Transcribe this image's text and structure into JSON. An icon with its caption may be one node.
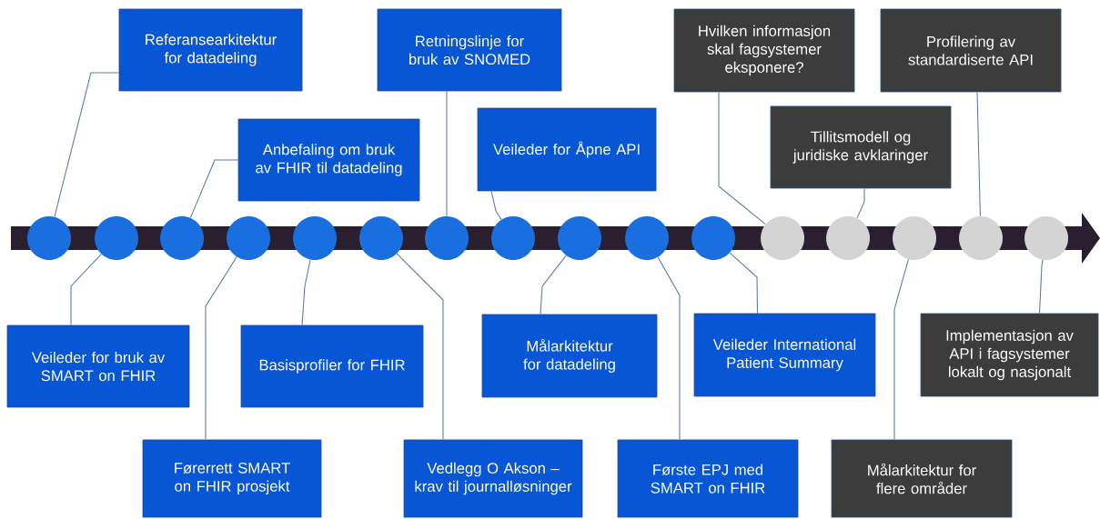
{
  "diagram": {
    "nodes": [
      {
        "text": [
          "Referansearkitektur for datadeling"
        ]
      },
      {
        "text": [
          "Retningslinje for bruk av SNOMED"
        ]
      },
      {
        "text": [
          "Hvilken informasjon skal fagsystemer eksponere?"
        ]
      },
      {
        "text": [
          "Profilering av standardiserte API"
        ]
      },
      {
        "text": [
          "Anbefaling om bruk av FHIR til datadeling"
        ]
      },
      {
        "text": [
          "Veileder for Åpne API"
        ]
      },
      {
        "text": [
          "Tillitsmodell og juridiske avklaringer"
        ]
      },
      {
        "text": [],
        "shape": "circle"
      },
      {
        "text": [],
        "shape": "circle"
      },
      {
        "text": [],
        "shape": "circle"
      },
      {
        "text": [],
        "shape": "circle"
      },
      {
        "text": [],
        "shape": "circle"
      },
      {
        "text": [],
        "shape": "circle"
      },
      {
        "text": [],
        "shape": "circle"
      },
      {
        "text": [],
        "shape": "circle"
      },
      {
        "text": [],
        "shape": "circle"
      },
      {
        "text": [],
        "shape": "circle"
      },
      {
        "text": [],
        "shape": "circle"
      },
      {
        "text": [],
        "shape": "circle"
      },
      {
        "text": [],
        "shape": "circle"
      },
      {
        "text": [],
        "shape": "circle"
      },
      {
        "text": [],
        "shape": "circle"
      },
      {
        "text": [],
        "shape": "circle"
      },
      {
        "text": [
          "Veileder for bruk av SMART on FHIR"
        ]
      },
      {
        "text": [
          "Basisprofiler for FHIR"
        ]
      },
      {
        "text": [
          "Målarkitektur for datadeling"
        ]
      },
      {
        "text": [
          "Veileder International Patient Summary"
        ]
      },
      {
        "text": [
          "Implementasjon av API i fagsystemer lokalt og nasjonalt"
        ]
      },
      {
        "text": [
          "Førerrett SMART on FHIR prosjekt"
        ]
      },
      {
        "text": [
          "Vedlegg O Akson – krav til journalløsninger"
        ]
      },
      {
        "text": [
          "Første EPJ med SMART on FHIR"
        ]
      },
      {
        "text": [
          "Målarkitektur for flere områder"
        ]
      }
    ],
    "edges": [
      {
        "from": 0,
        "to": 7,
        "arrow": "none"
      },
      {
        "from": 23,
        "to": 8,
        "arrow": "none"
      },
      {
        "from": 4,
        "to": 9,
        "arrow": "none"
      },
      {
        "from": 28,
        "to": 10,
        "arrow": "none"
      },
      {
        "from": 24,
        "to": 11,
        "arrow": "none"
      },
      {
        "from": 29,
        "to": 12,
        "arrow": "none"
      },
      {
        "from": 1,
        "to": 13,
        "arrow": "none"
      },
      {
        "from": 5,
        "to": 14,
        "arrow": "none"
      },
      {
        "from": 25,
        "to": 15,
        "arrow": "none"
      },
      {
        "from": 30,
        "to": 16,
        "arrow": "none"
      },
      {
        "from": 26,
        "to": 17,
        "arrow": "none"
      },
      {
        "from": 2,
        "to": 18,
        "arrow": "none"
      },
      {
        "from": 6,
        "to": 19,
        "arrow": "none"
      },
      {
        "from": 31,
        "to": 20,
        "arrow": "none"
      },
      {
        "from": 3,
        "to": 21,
        "arrow": "none"
      },
      {
        "from": 27,
        "to": 22,
        "arrow": "none"
      }
    ]
  }
}
